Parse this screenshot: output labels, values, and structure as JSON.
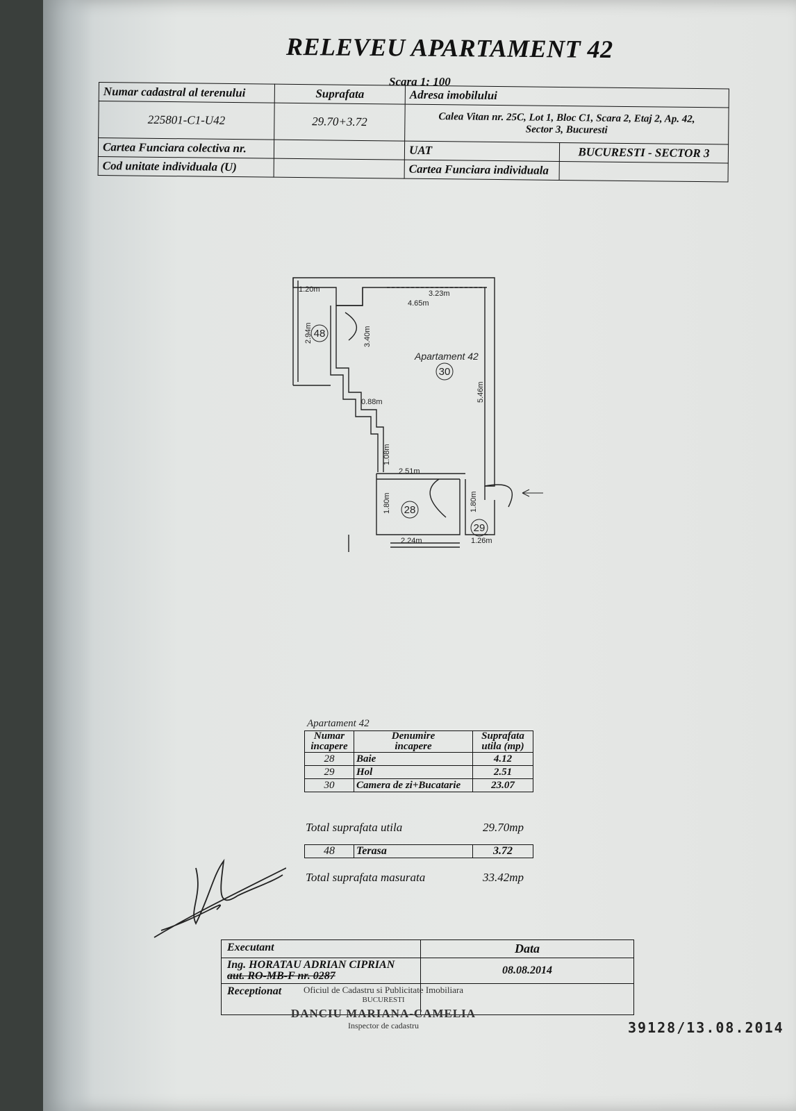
{
  "document": {
    "title": "RELEVEU APARTAMENT 42",
    "scale": "Scara 1: 100"
  },
  "header": {
    "cadastral_label": "Numar cadastral al terenului",
    "cadastral_value": "225801-C1-U42",
    "area_label": "Suprafata",
    "area_value": "29.70+3.72",
    "address_label": "Adresa imobilului",
    "address_value_line1": "Calea Vitan nr. 25C, Lot 1, Bloc C1, Scara 2, Etaj 2, Ap. 42,",
    "address_value_line2": "Sector 3, Bucuresti",
    "cf_collective_label": "Cartea Funciara colectiva nr.",
    "uat_label": "UAT",
    "uat_value": "BUCURESTI - SECTOR 3",
    "unit_code_label": "Cod unitate individuala (U)",
    "cf_individual_label": "Cartea Funciara individuala"
  },
  "plan": {
    "apartment_label": "Apartament 42",
    "dimensions": [
      "1.20m",
      "3.23m",
      "4.65m",
      "2.94m",
      "3.40m",
      "5.46m",
      "0.88m",
      "1.08m",
      "2.51m",
      "1.80m",
      "1.80m",
      "2.24m",
      "1.26m"
    ],
    "room_numbers": [
      "48",
      "30",
      "28",
      "29"
    ]
  },
  "rooms": {
    "caption": "Apartament 42",
    "header": {
      "number_l1": "Numar",
      "number_l2": "incapere",
      "name_l1": "Denumire",
      "name_l2": "incapere",
      "area_l1": "Suprafata",
      "area_l2": "utila (mp)"
    },
    "rows": [
      {
        "number": "28",
        "name": "Baie",
        "area": "4.12"
      },
      {
        "number": "29",
        "name": "Hol",
        "area": "2.51"
      },
      {
        "number": "30",
        "name": "Camera de zi+Bucatarie",
        "area": "23.07"
      }
    ],
    "total_label": "Total suprafata utila",
    "total_value": "29.70mp",
    "terrace": {
      "number": "48",
      "name": "Terasa",
      "area": "3.72"
    },
    "measured_label": "Total suprafata masurata",
    "measured_value": "33.42mp"
  },
  "execution": {
    "executant_label": "Executant",
    "executant_name": "Ing. HORATAU ADRIAN CIPRIAN",
    "executant_auth": "aut. RO-MB-F nr. 0287",
    "date_label": "Data",
    "date_value": "08.08.2014",
    "receptionat_label": "Receptionat"
  },
  "stamp": {
    "line1": "Oficiul de Cadastru si Publicitate Imobiliara",
    "line2": "BUCURESTI",
    "line3": "DANCIU MARIANA-CAMELIA",
    "line4": "Inspector de cadastru"
  },
  "registration_number": "39128/13.08.2014"
}
